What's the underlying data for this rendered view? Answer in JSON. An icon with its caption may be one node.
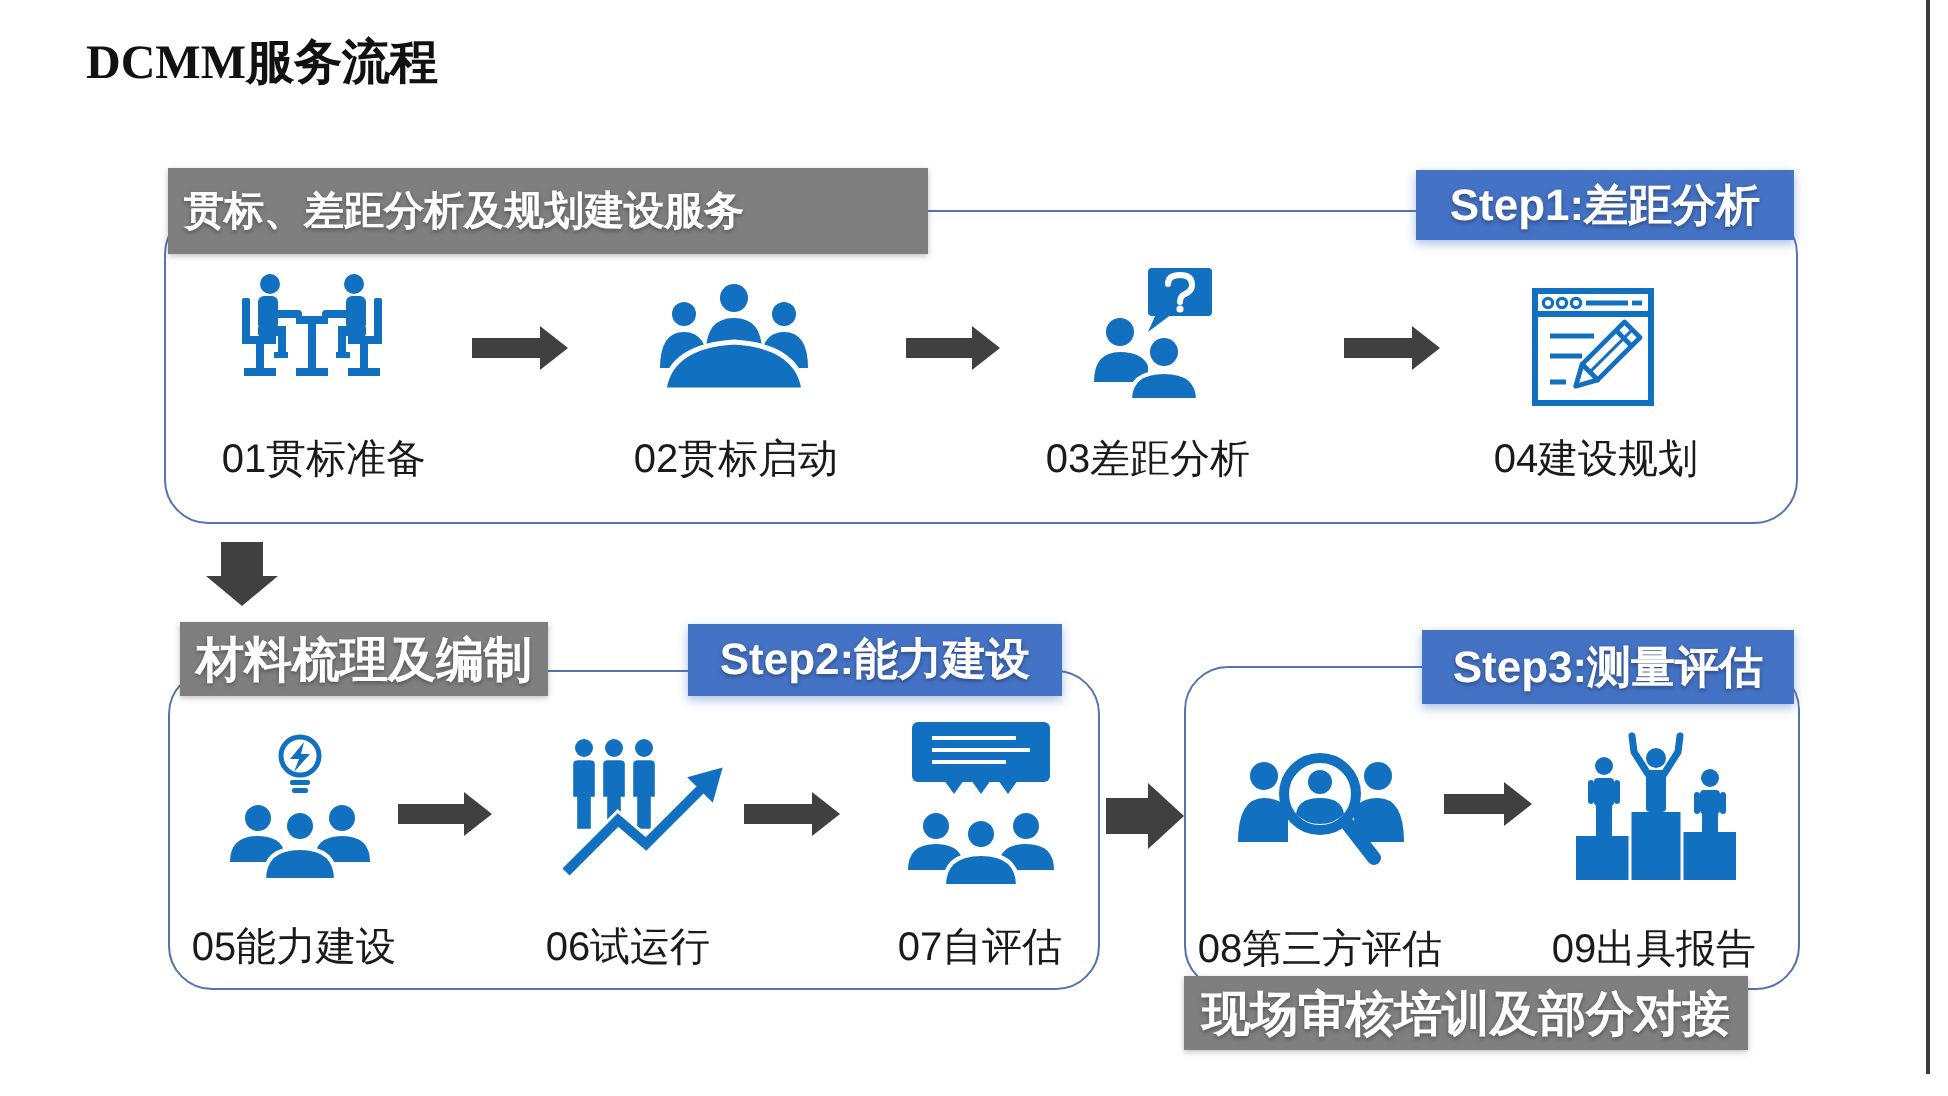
{
  "diagram": {
    "title": "DCMM服务流程",
    "nodes": [
      {
        "text": [
          "贯标、差距分析及规划建设服务",
          "Step1:差距分析"
        ]
      },
      {
        "text": [
          "01贯标准备"
        ],
        "in": 0
      },
      {
        "text": [
          "02贯标启动"
        ],
        "in": 0
      },
      {
        "text": [
          "03差距分析"
        ],
        "in": 0
      },
      {
        "text": [
          "04建设规划"
        ],
        "in": 0
      },
      {
        "text": [
          "材料梳理及编制",
          "Step2:能力建设"
        ]
      },
      {
        "text": [
          "05能力建设"
        ],
        "in": 5
      },
      {
        "text": [
          "06试运行"
        ],
        "in": 5
      },
      {
        "text": [
          "07自评估"
        ],
        "in": 5
      },
      {
        "text": [
          "Step3:测量评估",
          "现场审核培训及部分对接"
        ]
      },
      {
        "text": [
          "08第三方评估"
        ],
        "in": 9
      },
      {
        "text": [
          "09出具报告"
        ],
        "in": 9
      }
    ],
    "edges": [
      {
        "from": 1,
        "to": 2,
        "arrow": "to"
      },
      {
        "from": 2,
        "to": 3,
        "arrow": "to"
      },
      {
        "from": 3,
        "to": 4,
        "arrow": "to"
      },
      {
        "from": 0,
        "to": 5,
        "arrow": "to"
      },
      {
        "from": 6,
        "to": 7,
        "arrow": "to"
      },
      {
        "from": 7,
        "to": 8,
        "arrow": "to"
      },
      {
        "from": 5,
        "to": 9,
        "arrow": "to"
      },
      {
        "from": 10,
        "to": 11,
        "arrow": "to"
      }
    ]
  }
}
